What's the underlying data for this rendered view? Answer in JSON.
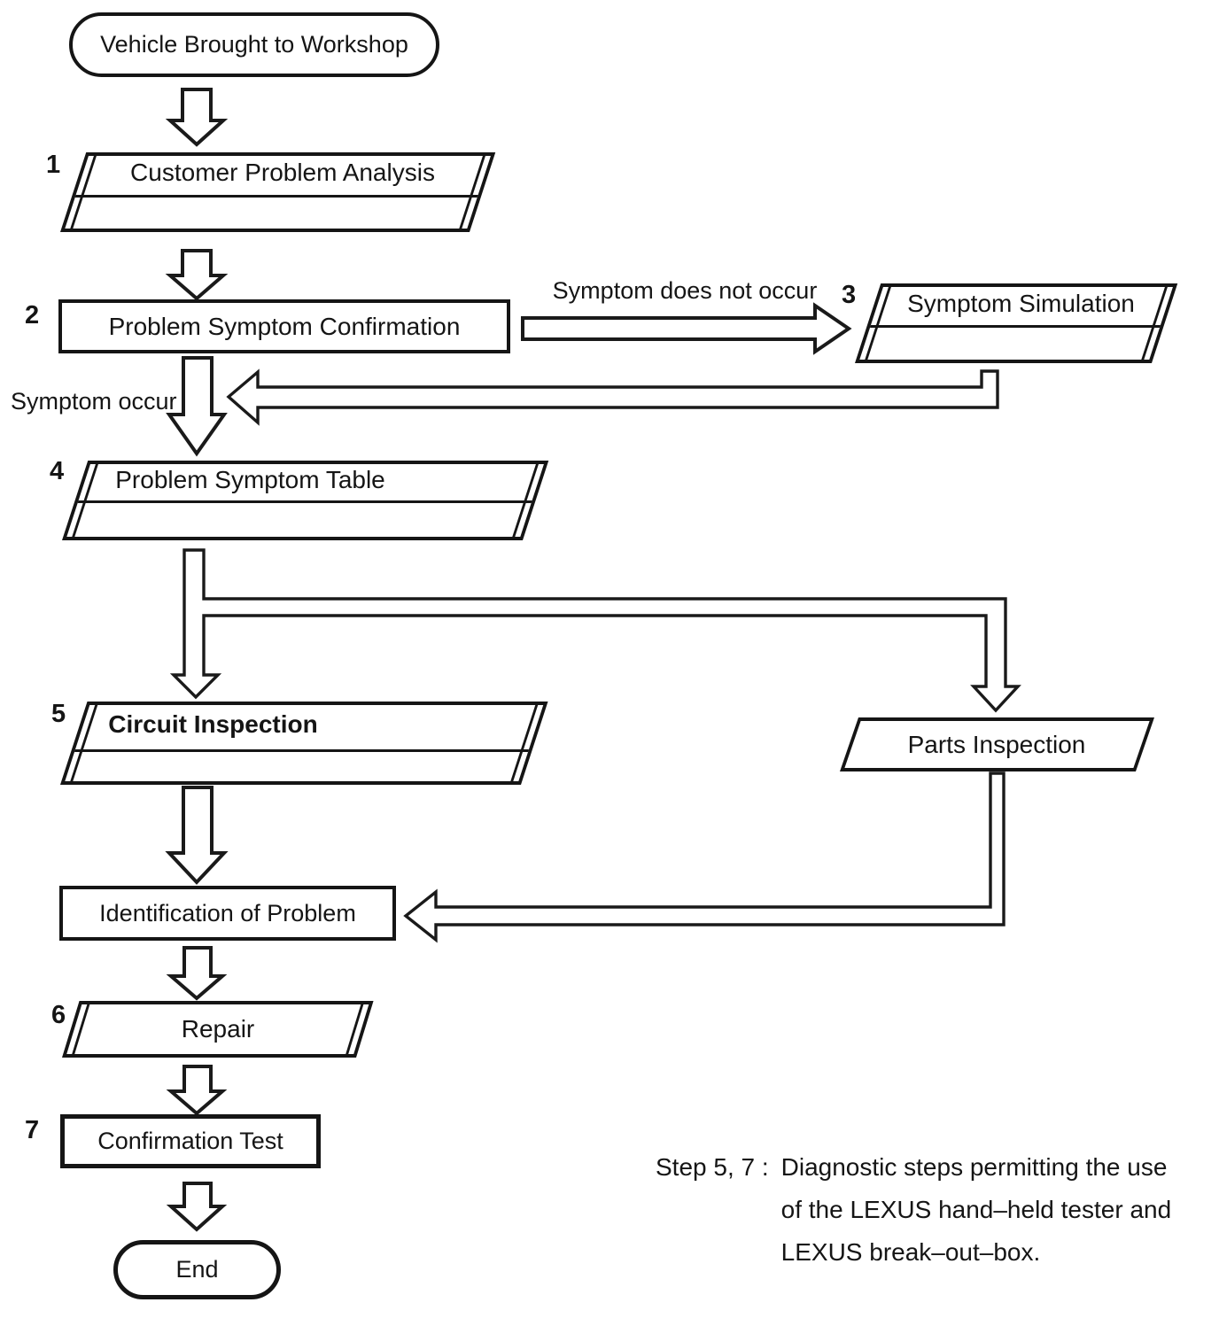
{
  "nodes": {
    "start": {
      "label": "Vehicle Brought to Workshop"
    },
    "step1": {
      "number": "1",
      "label": "Customer Problem Analysis"
    },
    "step2": {
      "number": "2",
      "label": "Problem Symptom Confirmation"
    },
    "step3": {
      "number": "3",
      "label": "Symptom Simulation"
    },
    "step4": {
      "number": "4",
      "label": "Problem Symptom Table"
    },
    "step5": {
      "number": "5",
      "label": "Circuit Inspection"
    },
    "parts": {
      "label": "Parts Inspection"
    },
    "identify": {
      "label": "Identification of Problem"
    },
    "step6": {
      "number": "6",
      "label": "Repair"
    },
    "step7": {
      "number": "7",
      "label": "Confirmation Test"
    },
    "end": {
      "label": "End"
    }
  },
  "edge_labels": {
    "symptom_does_not_occur": "Symptom does not occur",
    "symptom_occur": "Symptom occur"
  },
  "note": {
    "prefix": "Step 5, 7 :",
    "lines": [
      "Diagnostic steps permitting the use",
      "of the LEXUS hand–held tester and",
      "LEXUS break–out–box."
    ]
  },
  "colors": {
    "line": "#151515",
    "background": "#ffffff"
  }
}
